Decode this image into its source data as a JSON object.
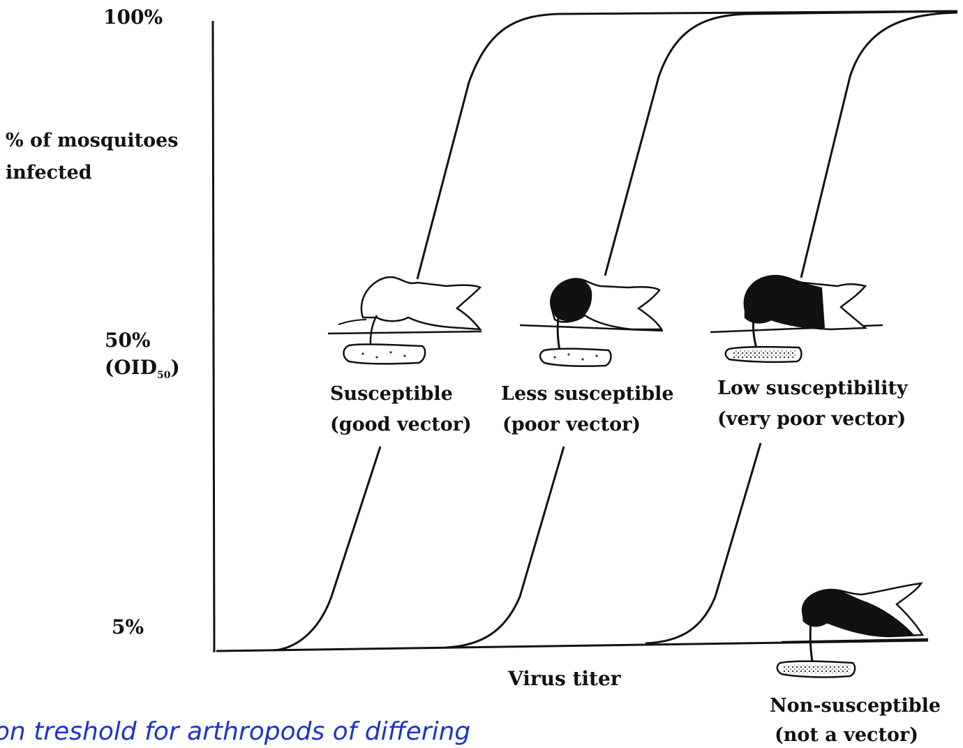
{
  "axis": {
    "y_ticks": [
      "100%",
      "50%",
      "(OID",
      "5%"
    ],
    "y_tick_subscript": "50",
    "y_tick_close": ")",
    "ylabel_lines": [
      "% of mosquitoes",
      "infected"
    ],
    "xlabel": "Virus titer"
  },
  "curves": [
    {
      "label_lines": [
        "Susceptible",
        "(good vector)"
      ],
      "fill": "none"
    },
    {
      "label_lines": [
        "Less susceptible",
        "(poor vector)"
      ],
      "fill": "partial"
    },
    {
      "label_lines": [
        "Low susceptibility",
        "(very poor vector)"
      ],
      "fill": "mostly"
    }
  ],
  "non_susceptible": {
    "label_lines": [
      "Non-susceptible",
      "(not a vector)"
    ]
  },
  "caption": "ction treshold for arthropods of differing"
}
